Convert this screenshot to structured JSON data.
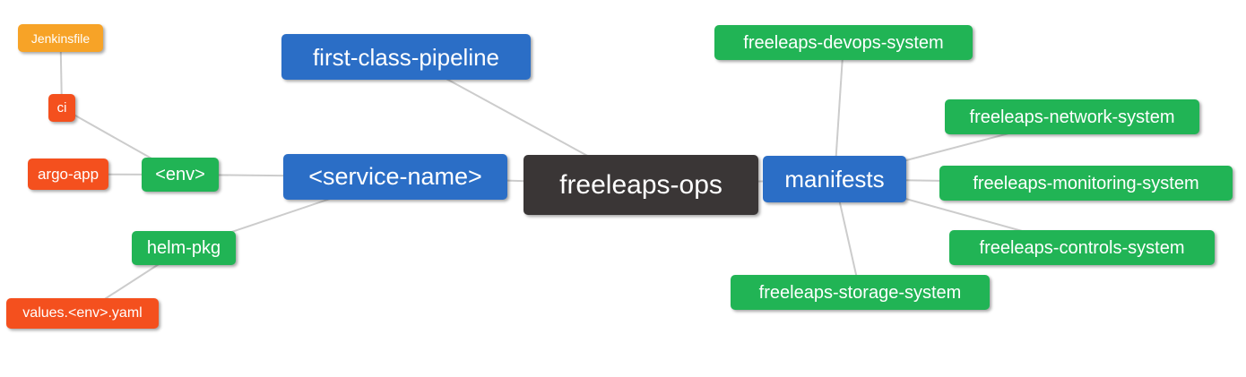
{
  "colors": {
    "root_bg": "#3a3636",
    "branch_bg": "#2b6ec6",
    "leaf_green_bg": "#21b455",
    "leaf_red_bg": "#f4501e",
    "leaf_orange_bg": "#f7a327",
    "text": "#ffffff",
    "edge": "#cccccc"
  },
  "nodes": [
    {
      "id": "freeleaps-ops",
      "label": "freeleaps-ops",
      "color": "dark"
    },
    {
      "id": "service-name",
      "label": "<service-name>",
      "color": "blue"
    },
    {
      "id": "first-class-pipeline",
      "label": "first-class-pipeline",
      "color": "blue"
    },
    {
      "id": "manifests",
      "label": "manifests",
      "color": "blue"
    },
    {
      "id": "env",
      "label": "<env>",
      "color": "green"
    },
    {
      "id": "helm-pkg",
      "label": "helm-pkg",
      "color": "green"
    },
    {
      "id": "jenkinsfile",
      "label": "Jenkinsfile",
      "color": "orange"
    },
    {
      "id": "ci",
      "label": "ci",
      "color": "red"
    },
    {
      "id": "argo-app",
      "label": "argo-app",
      "color": "red"
    },
    {
      "id": "values-env-yaml",
      "label": "values.<env>.yaml",
      "color": "red"
    },
    {
      "id": "freeleaps-devops-system",
      "label": "freeleaps-devops-system",
      "color": "green"
    },
    {
      "id": "freeleaps-network-system",
      "label": "freeleaps-network-system",
      "color": "green"
    },
    {
      "id": "freeleaps-monitoring-system",
      "label": "freeleaps-monitoring-system",
      "color": "green"
    },
    {
      "id": "freeleaps-controls-system",
      "label": "freeleaps-controls-system",
      "color": "green"
    },
    {
      "id": "freeleaps-storage-system",
      "label": "freeleaps-storage-system",
      "color": "green"
    }
  ],
  "edges": [
    [
      "jenkinsfile",
      "ci"
    ],
    [
      "ci",
      "env"
    ],
    [
      "argo-app",
      "env"
    ],
    [
      "env",
      "service-name"
    ],
    [
      "helm-pkg",
      "service-name"
    ],
    [
      "values-env-yaml",
      "helm-pkg"
    ],
    [
      "service-name",
      "freeleaps-ops"
    ],
    [
      "first-class-pipeline",
      "freeleaps-ops"
    ],
    [
      "freeleaps-ops",
      "manifests"
    ],
    [
      "manifests",
      "freeleaps-devops-system"
    ],
    [
      "manifests",
      "freeleaps-network-system"
    ],
    [
      "manifests",
      "freeleaps-monitoring-system"
    ],
    [
      "manifests",
      "freeleaps-controls-system"
    ],
    [
      "manifests",
      "freeleaps-storage-system"
    ]
  ]
}
